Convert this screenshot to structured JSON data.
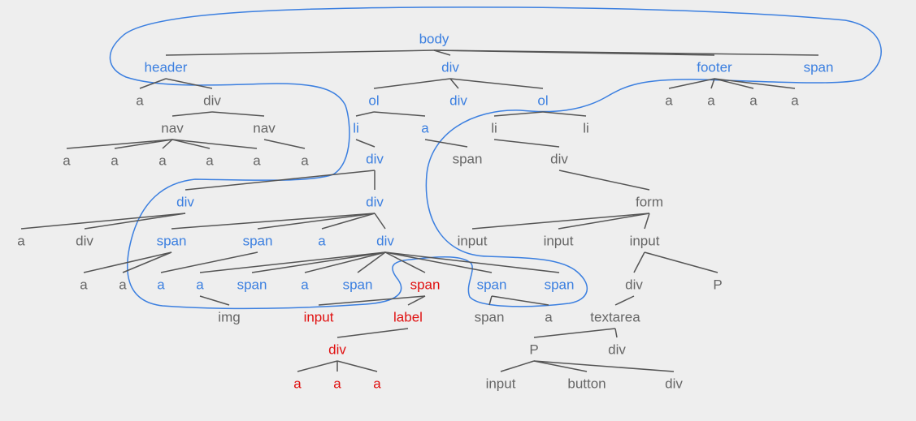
{
  "colors": {
    "background": "#eeeeee",
    "edge": "#555555",
    "gray": "#666666",
    "blue": "#3b7fe0",
    "red": "#e01010",
    "highlight": "#3b7fe0"
  },
  "nodes": {
    "n1": {
      "label": "body",
      "color": "blue"
    },
    "n2": {
      "label": "header",
      "color": "blue"
    },
    "n3": {
      "label": "div",
      "color": "blue"
    },
    "n4": {
      "label": "footer",
      "color": "blue"
    },
    "n5": {
      "label": "span",
      "color": "blue"
    },
    "n6": {
      "label": "a",
      "color": "gray"
    },
    "n7": {
      "label": "div",
      "color": "gray"
    },
    "n8": {
      "label": "ol",
      "color": "blue"
    },
    "n9": {
      "label": "div",
      "color": "blue"
    },
    "n10": {
      "label": "ol",
      "color": "blue"
    },
    "n11": {
      "label": "a",
      "color": "gray"
    },
    "n12": {
      "label": "a",
      "color": "gray"
    },
    "n13": {
      "label": "a",
      "color": "gray"
    },
    "n14": {
      "label": "a",
      "color": "gray"
    },
    "n15": {
      "label": "nav",
      "color": "gray"
    },
    "n16": {
      "label": "nav",
      "color": "gray"
    },
    "n17": {
      "label": "li",
      "color": "blue"
    },
    "n18": {
      "label": "a",
      "color": "blue"
    },
    "n19": {
      "label": "li",
      "color": "gray"
    },
    "n20": {
      "label": "li",
      "color": "gray"
    },
    "n21": {
      "label": "a",
      "color": "gray"
    },
    "n22": {
      "label": "a",
      "color": "gray"
    },
    "n23": {
      "label": "a",
      "color": "gray"
    },
    "n24": {
      "label": "a",
      "color": "gray"
    },
    "n25": {
      "label": "a",
      "color": "gray"
    },
    "n26": {
      "label": "a",
      "color": "gray"
    },
    "n27": {
      "label": "div",
      "color": "blue"
    },
    "n28": {
      "label": "span",
      "color": "gray"
    },
    "n29": {
      "label": "div",
      "color": "gray"
    },
    "n30": {
      "label": "div",
      "color": "blue"
    },
    "n31": {
      "label": "div",
      "color": "blue"
    },
    "n32": {
      "label": "form",
      "color": "gray"
    },
    "n33": {
      "label": "a",
      "color": "gray"
    },
    "n34": {
      "label": "div",
      "color": "gray"
    },
    "n35": {
      "label": "span",
      "color": "blue"
    },
    "n36": {
      "label": "span",
      "color": "blue"
    },
    "n37": {
      "label": "a",
      "color": "blue"
    },
    "n38": {
      "label": "div",
      "color": "blue"
    },
    "n39": {
      "label": "input",
      "color": "gray"
    },
    "n40": {
      "label": "input",
      "color": "gray"
    },
    "n41": {
      "label": "input",
      "color": "gray"
    },
    "n42": {
      "label": "a",
      "color": "gray"
    },
    "n43": {
      "label": "a",
      "color": "gray"
    },
    "n44": {
      "label": "a",
      "color": "blue"
    },
    "n45": {
      "label": "a",
      "color": "blue"
    },
    "n46": {
      "label": "span",
      "color": "blue"
    },
    "n47": {
      "label": "a",
      "color": "blue"
    },
    "n48": {
      "label": "span",
      "color": "blue"
    },
    "n49": {
      "label": "span",
      "color": "red"
    },
    "n50": {
      "label": "span",
      "color": "blue"
    },
    "n51": {
      "label": "span",
      "color": "blue"
    },
    "n52": {
      "label": "div",
      "color": "gray"
    },
    "n53": {
      "label": "P",
      "color": "gray"
    },
    "n54": {
      "label": "img",
      "color": "gray"
    },
    "n55": {
      "label": "input",
      "color": "red"
    },
    "n56": {
      "label": "label",
      "color": "red"
    },
    "n57": {
      "label": "span",
      "color": "gray"
    },
    "n58": {
      "label": "a",
      "color": "gray"
    },
    "n59": {
      "label": "textarea",
      "color": "gray"
    },
    "n60": {
      "label": "div",
      "color": "red"
    },
    "n61": {
      "label": "P",
      "color": "gray"
    },
    "n62": {
      "label": "div",
      "color": "gray"
    },
    "n63": {
      "label": "a",
      "color": "red"
    },
    "n64": {
      "label": "a",
      "color": "red"
    },
    "n65": {
      "label": "a",
      "color": "red"
    },
    "n66": {
      "label": "input",
      "color": "gray"
    },
    "n67": {
      "label": "button",
      "color": "gray"
    },
    "n68": {
      "label": "div",
      "color": "gray"
    }
  },
  "edges": [
    [
      "n1",
      "n2"
    ],
    [
      "n1",
      "n3"
    ],
    [
      "n1",
      "n4"
    ],
    [
      "n1",
      "n5"
    ],
    [
      "n2",
      "n6"
    ],
    [
      "n2",
      "n7"
    ],
    [
      "n3",
      "n8"
    ],
    [
      "n3",
      "n9"
    ],
    [
      "n3",
      "n10"
    ],
    [
      "n4",
      "n11"
    ],
    [
      "n4",
      "n12"
    ],
    [
      "n4",
      "n13"
    ],
    [
      "n4",
      "n14"
    ],
    [
      "n7",
      "n15"
    ],
    [
      "n7",
      "n16"
    ],
    [
      "n8",
      "n17"
    ],
    [
      "n8",
      "n18"
    ],
    [
      "n10",
      "n19"
    ],
    [
      "n10",
      "n20"
    ],
    [
      "n15",
      "n21"
    ],
    [
      "n15",
      "n22"
    ],
    [
      "n15",
      "n23"
    ],
    [
      "n15",
      "n24"
    ],
    [
      "n15",
      "n25"
    ],
    [
      "n16",
      "n26"
    ],
    [
      "n17",
      "n27"
    ],
    [
      "n18",
      "n28"
    ],
    [
      "n19",
      "n29"
    ],
    [
      "n27",
      "n30"
    ],
    [
      "n27",
      "n31"
    ],
    [
      "n29",
      "n32"
    ],
    [
      "n30",
      "n33"
    ],
    [
      "n30",
      "n34"
    ],
    [
      "n31",
      "n35"
    ],
    [
      "n31",
      "n36"
    ],
    [
      "n31",
      "n37"
    ],
    [
      "n31",
      "n38"
    ],
    [
      "n32",
      "n39"
    ],
    [
      "n32",
      "n40"
    ],
    [
      "n32",
      "n41"
    ],
    [
      "n35",
      "n42"
    ],
    [
      "n35",
      "n43"
    ],
    [
      "n36",
      "n44"
    ],
    [
      "n38",
      "n45"
    ],
    [
      "n38",
      "n46"
    ],
    [
      "n38",
      "n47"
    ],
    [
      "n38",
      "n48"
    ],
    [
      "n38",
      "n49"
    ],
    [
      "n38",
      "n50"
    ],
    [
      "n38",
      "n51"
    ],
    [
      "n41",
      "n52"
    ],
    [
      "n41",
      "n53"
    ],
    [
      "n45",
      "n54"
    ],
    [
      "n49",
      "n55"
    ],
    [
      "n49",
      "n56"
    ],
    [
      "n50",
      "n57"
    ],
    [
      "n50",
      "n58"
    ],
    [
      "n52",
      "n59"
    ],
    [
      "n56",
      "n60"
    ],
    [
      "n59",
      "n61"
    ],
    [
      "n59",
      "n62"
    ],
    [
      "n60",
      "n63"
    ],
    [
      "n60",
      "n64"
    ],
    [
      "n60",
      "n65"
    ],
    [
      "n61",
      "n66"
    ],
    [
      "n61",
      "n67"
    ],
    [
      "n61",
      "n68"
    ]
  ]
}
